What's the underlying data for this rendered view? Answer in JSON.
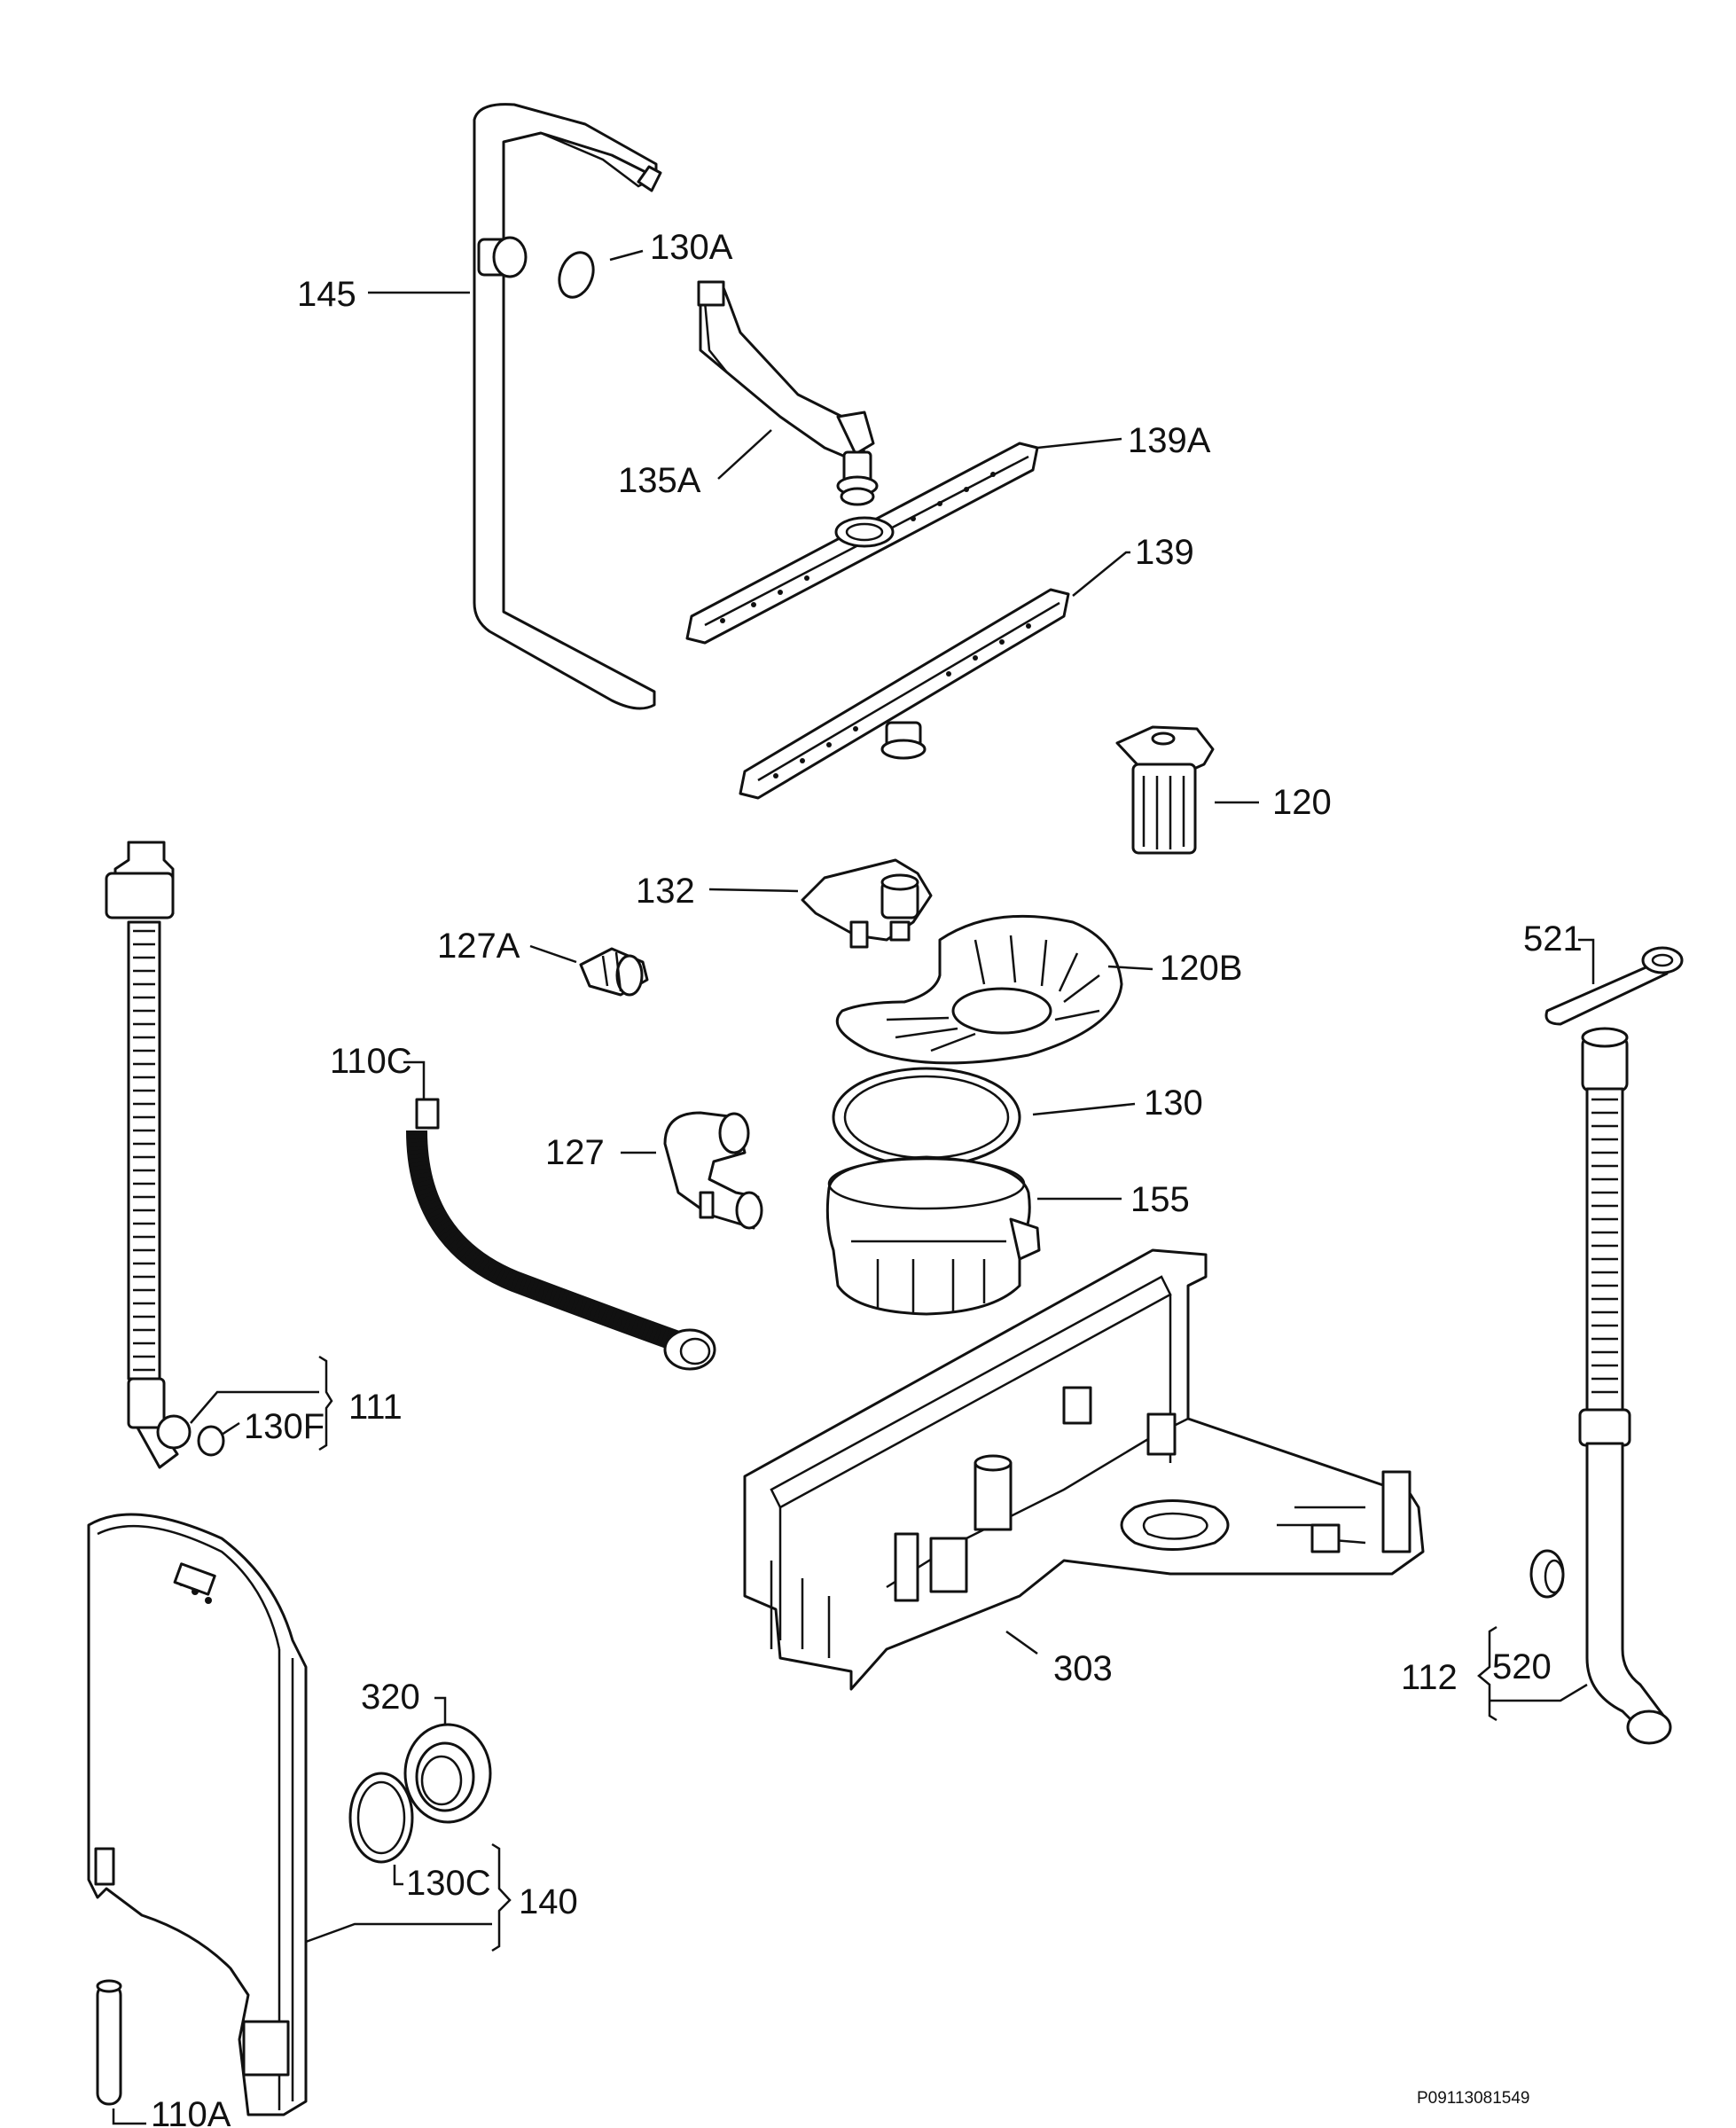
{
  "labels": {
    "l145": "145",
    "l130A": "130A",
    "l139A": "139A",
    "l135A": "135A",
    "l139": "139",
    "l120": "120",
    "l132": "132",
    "l127A": "127A",
    "l120B": "120B",
    "l521": "521",
    "l110C": "110C",
    "l130": "130",
    "l127": "127",
    "l155": "155",
    "l111": "111",
    "l130F": "130F",
    "l303": "303",
    "l320": "320",
    "l520": "520",
    "l112": "112",
    "l130C": "130C",
    "l140": "140",
    "l110A": "110A"
  },
  "drawing_code": "P09113081549"
}
